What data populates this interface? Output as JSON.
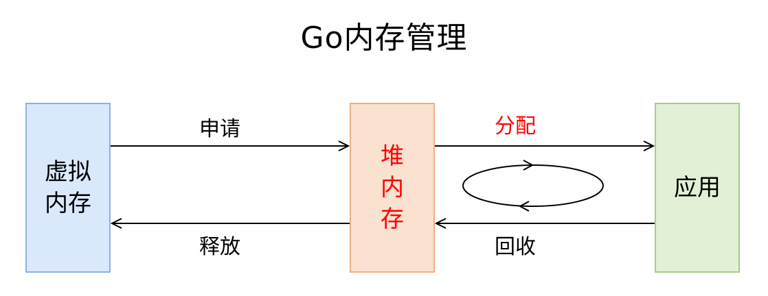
{
  "title": "Go内存管理",
  "nodes": {
    "virtual_memory": "虚拟内存",
    "heap_memory": "堆内存",
    "application": "应用"
  },
  "edges": {
    "apply": "申请",
    "release": "释放",
    "allocate": "分配",
    "reclaim": "回收"
  },
  "colors": {
    "virtual_fill": "#dae8fc",
    "virtual_border": "#8eb1dd",
    "heap_fill": "#fbe1d0",
    "heap_border": "#f1ad85",
    "app_fill": "#e2f0d6",
    "app_border": "#a6cc8c",
    "accent_red": "#ff0000"
  }
}
